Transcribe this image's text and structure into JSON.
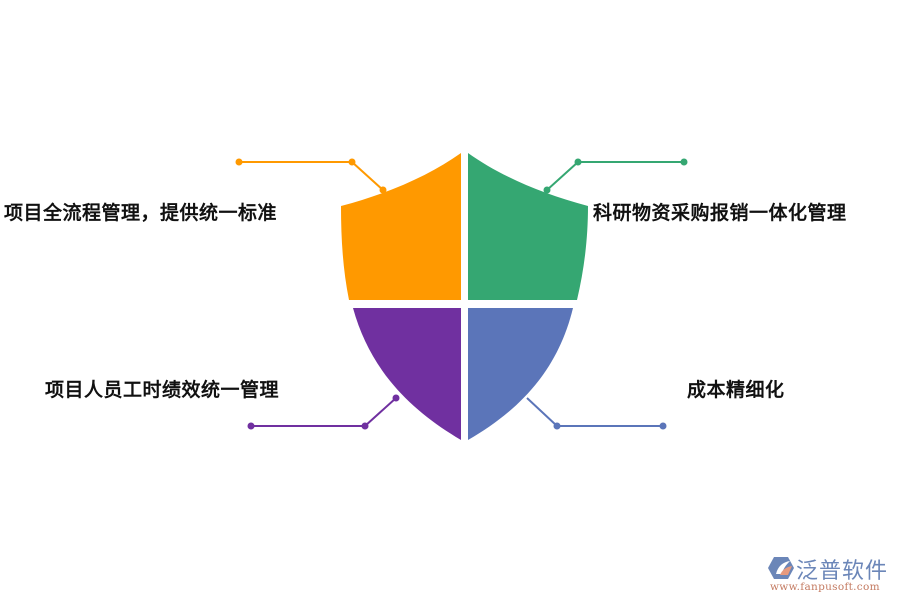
{
  "diagram": {
    "type": "shield-quadrant",
    "quadrants": [
      {
        "id": "top-left",
        "label": "项目全流程管理，提供统一标准",
        "color": "#ff9900"
      },
      {
        "id": "top-right",
        "label": "科研物资采购报销一体化管理",
        "color": "#35a772"
      },
      {
        "id": "bottom-left",
        "label": "项目人员工时绩效统一管理",
        "color": "#7030a0"
      },
      {
        "id": "bottom-right",
        "label": "成本精细化",
        "color": "#5b75b9"
      }
    ]
  },
  "labels": {
    "top_left": "项目全流程管理，提供统一标准",
    "top_right": "科研物资采购报销一体化管理",
    "bottom_left": "项目人员工时绩效统一管理",
    "bottom_right": "成本精细化"
  },
  "colors": {
    "orange": "#ff9900",
    "green": "#35a772",
    "purple": "#7030a0",
    "blue": "#5b75b9"
  },
  "watermark": {
    "brand": "泛普软件",
    "url": "www.fanpusoft.com"
  }
}
